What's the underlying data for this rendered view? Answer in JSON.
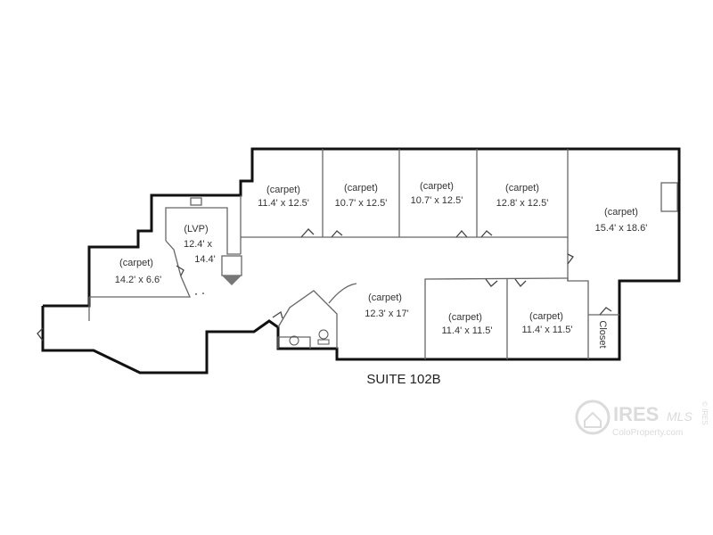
{
  "plan": {
    "title": "SUITE 102B",
    "rooms": [
      {
        "material": "(carpet)",
        "size": "11.4' x 12.5'"
      },
      {
        "material": "(carpet)",
        "size": "10.7' x 12.5'"
      },
      {
        "material": "(carpet)",
        "size": "10.7' x 12.5'"
      },
      {
        "material": "(carpet)",
        "size": "12.8' x 12.5'"
      },
      {
        "material": "(carpet)",
        "size": "15.4' x 18.6'"
      },
      {
        "material": "(LVP)",
        "size": "12.4' x",
        "size2": "14.4'"
      },
      {
        "material": "(carpet)",
        "size": "14.2' x 6.6'"
      },
      {
        "material": "(carpet)",
        "size": "12.3' x 17'"
      },
      {
        "material": "(carpet)",
        "size": "11.4' x 11.5'"
      },
      {
        "material": "(carpet)",
        "size": "11.4' x 11.5'"
      }
    ],
    "closet": "Closet"
  },
  "watermark": {
    "brand": "IRES",
    "mls": "MLS",
    "site": "ColoProperty.com",
    "side": "© IRES"
  }
}
